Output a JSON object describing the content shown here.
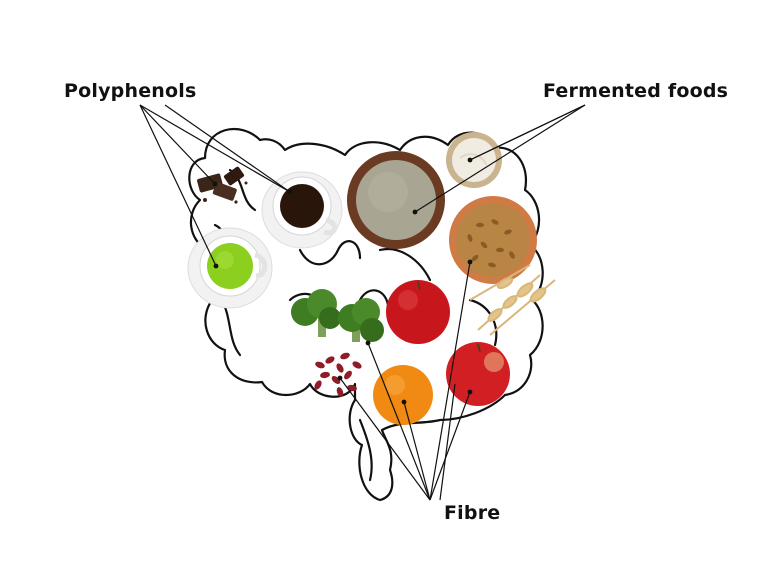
{
  "labels": {
    "polyphenols": "Polyphenols",
    "fermented_foods": "Fermented foods",
    "fibre": "Fibre"
  },
  "colors": {
    "outline": "#111111",
    "coffee": "#2a150a",
    "green_tea": "#8ccf1e",
    "kefir_drink": "#a8a592",
    "bowl_wood": "#6b3a22",
    "yogurt": "#f1ece2",
    "grains": "#b88545",
    "apple_red": "#c8161d",
    "orange": "#f08a12",
    "broccoli": "#3f7d22",
    "beans": "#8e1d28",
    "chocolate": "#3b2418"
  }
}
